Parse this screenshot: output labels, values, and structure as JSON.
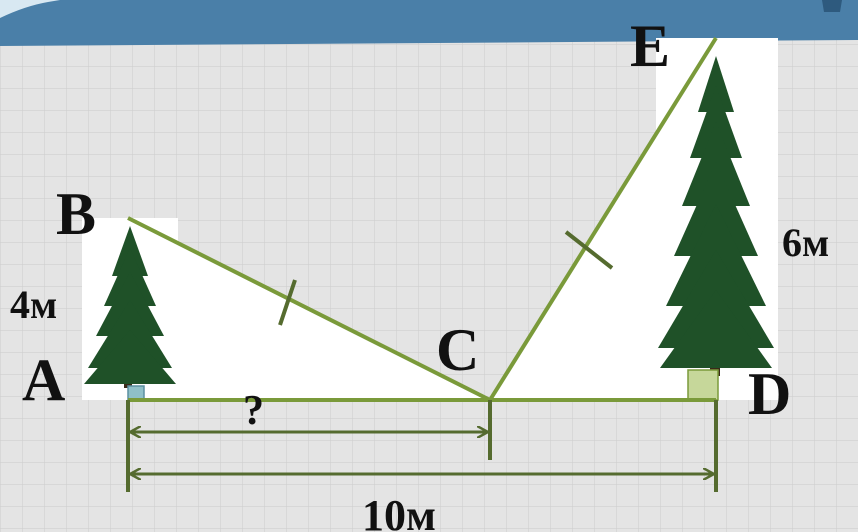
{
  "points": {
    "a": "A",
    "b": "B",
    "c": "C",
    "d": "D",
    "e": "E"
  },
  "measures": {
    "height_ab": "4м",
    "height_de": "6м",
    "unknown_ac": "?",
    "total_ad": "10м"
  },
  "colors": {
    "background": "#e4e4e4",
    "grid": "#cfcfcf",
    "line_green": "#7a9a3a",
    "arrow_dark": "#556b2f",
    "tree": "#1f5128",
    "right_angle_a": "#8fc0c8",
    "right_angle_d": "#c6d79a",
    "banner": "#4a7fa8"
  },
  "icons": {
    "left_tree": "tree-icon",
    "right_tree": "tree-icon"
  }
}
